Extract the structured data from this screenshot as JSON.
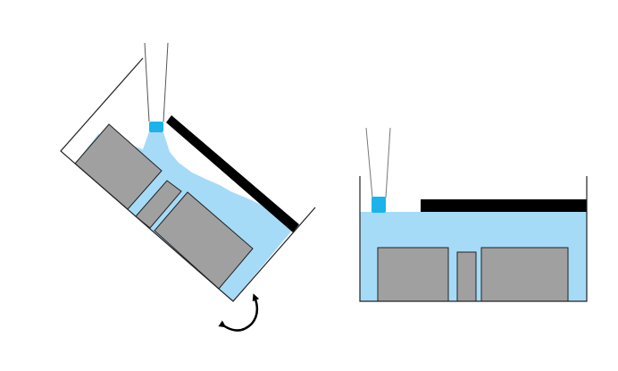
{
  "colors": {
    "liquid": "#a6dbf7",
    "tip": "#1bb3ea",
    "block": "#a0a0a0",
    "cover": "#000000",
    "outline": "#222222"
  },
  "panels": [
    {
      "name": "tilted-container",
      "state": "tilted",
      "rocking": true
    },
    {
      "name": "level-container",
      "state": "level",
      "rocking": false
    }
  ]
}
